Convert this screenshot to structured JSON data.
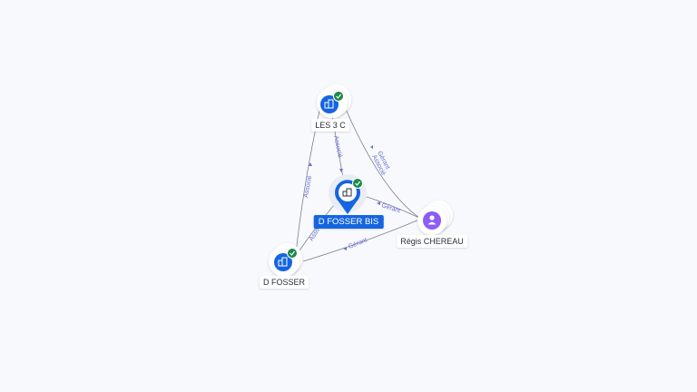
{
  "nodes": {
    "les3c": {
      "label": "LES 3 C",
      "icon": "company-icon",
      "verified": true
    },
    "dfosserbis": {
      "label": "D FOSSER BIS",
      "icon": "company-icon",
      "verified": true,
      "selected": true
    },
    "dfosser": {
      "label": "D FOSSER",
      "icon": "company-icon",
      "verified": true
    },
    "regis": {
      "label": "Régis CHEREAU",
      "icon": "person-icon"
    }
  },
  "edges": {
    "les3c_dfosserbis": "Associé",
    "dfosser_les3c": "Associé",
    "dfosser_dfosserbis": "Associé",
    "regis_les3c_gerant": "Gérant",
    "regis_les3c_associe": "Associé",
    "regis_dfosserbis": "Gérant",
    "regis_dfosser": "Gérant"
  },
  "colors": {
    "company": "#1565e0",
    "person": "#8b5cf6",
    "verified": "#1b8a4a",
    "edge": "#7d8190",
    "edge_label": "#6a6fd6",
    "background": "#f7f9fc"
  }
}
